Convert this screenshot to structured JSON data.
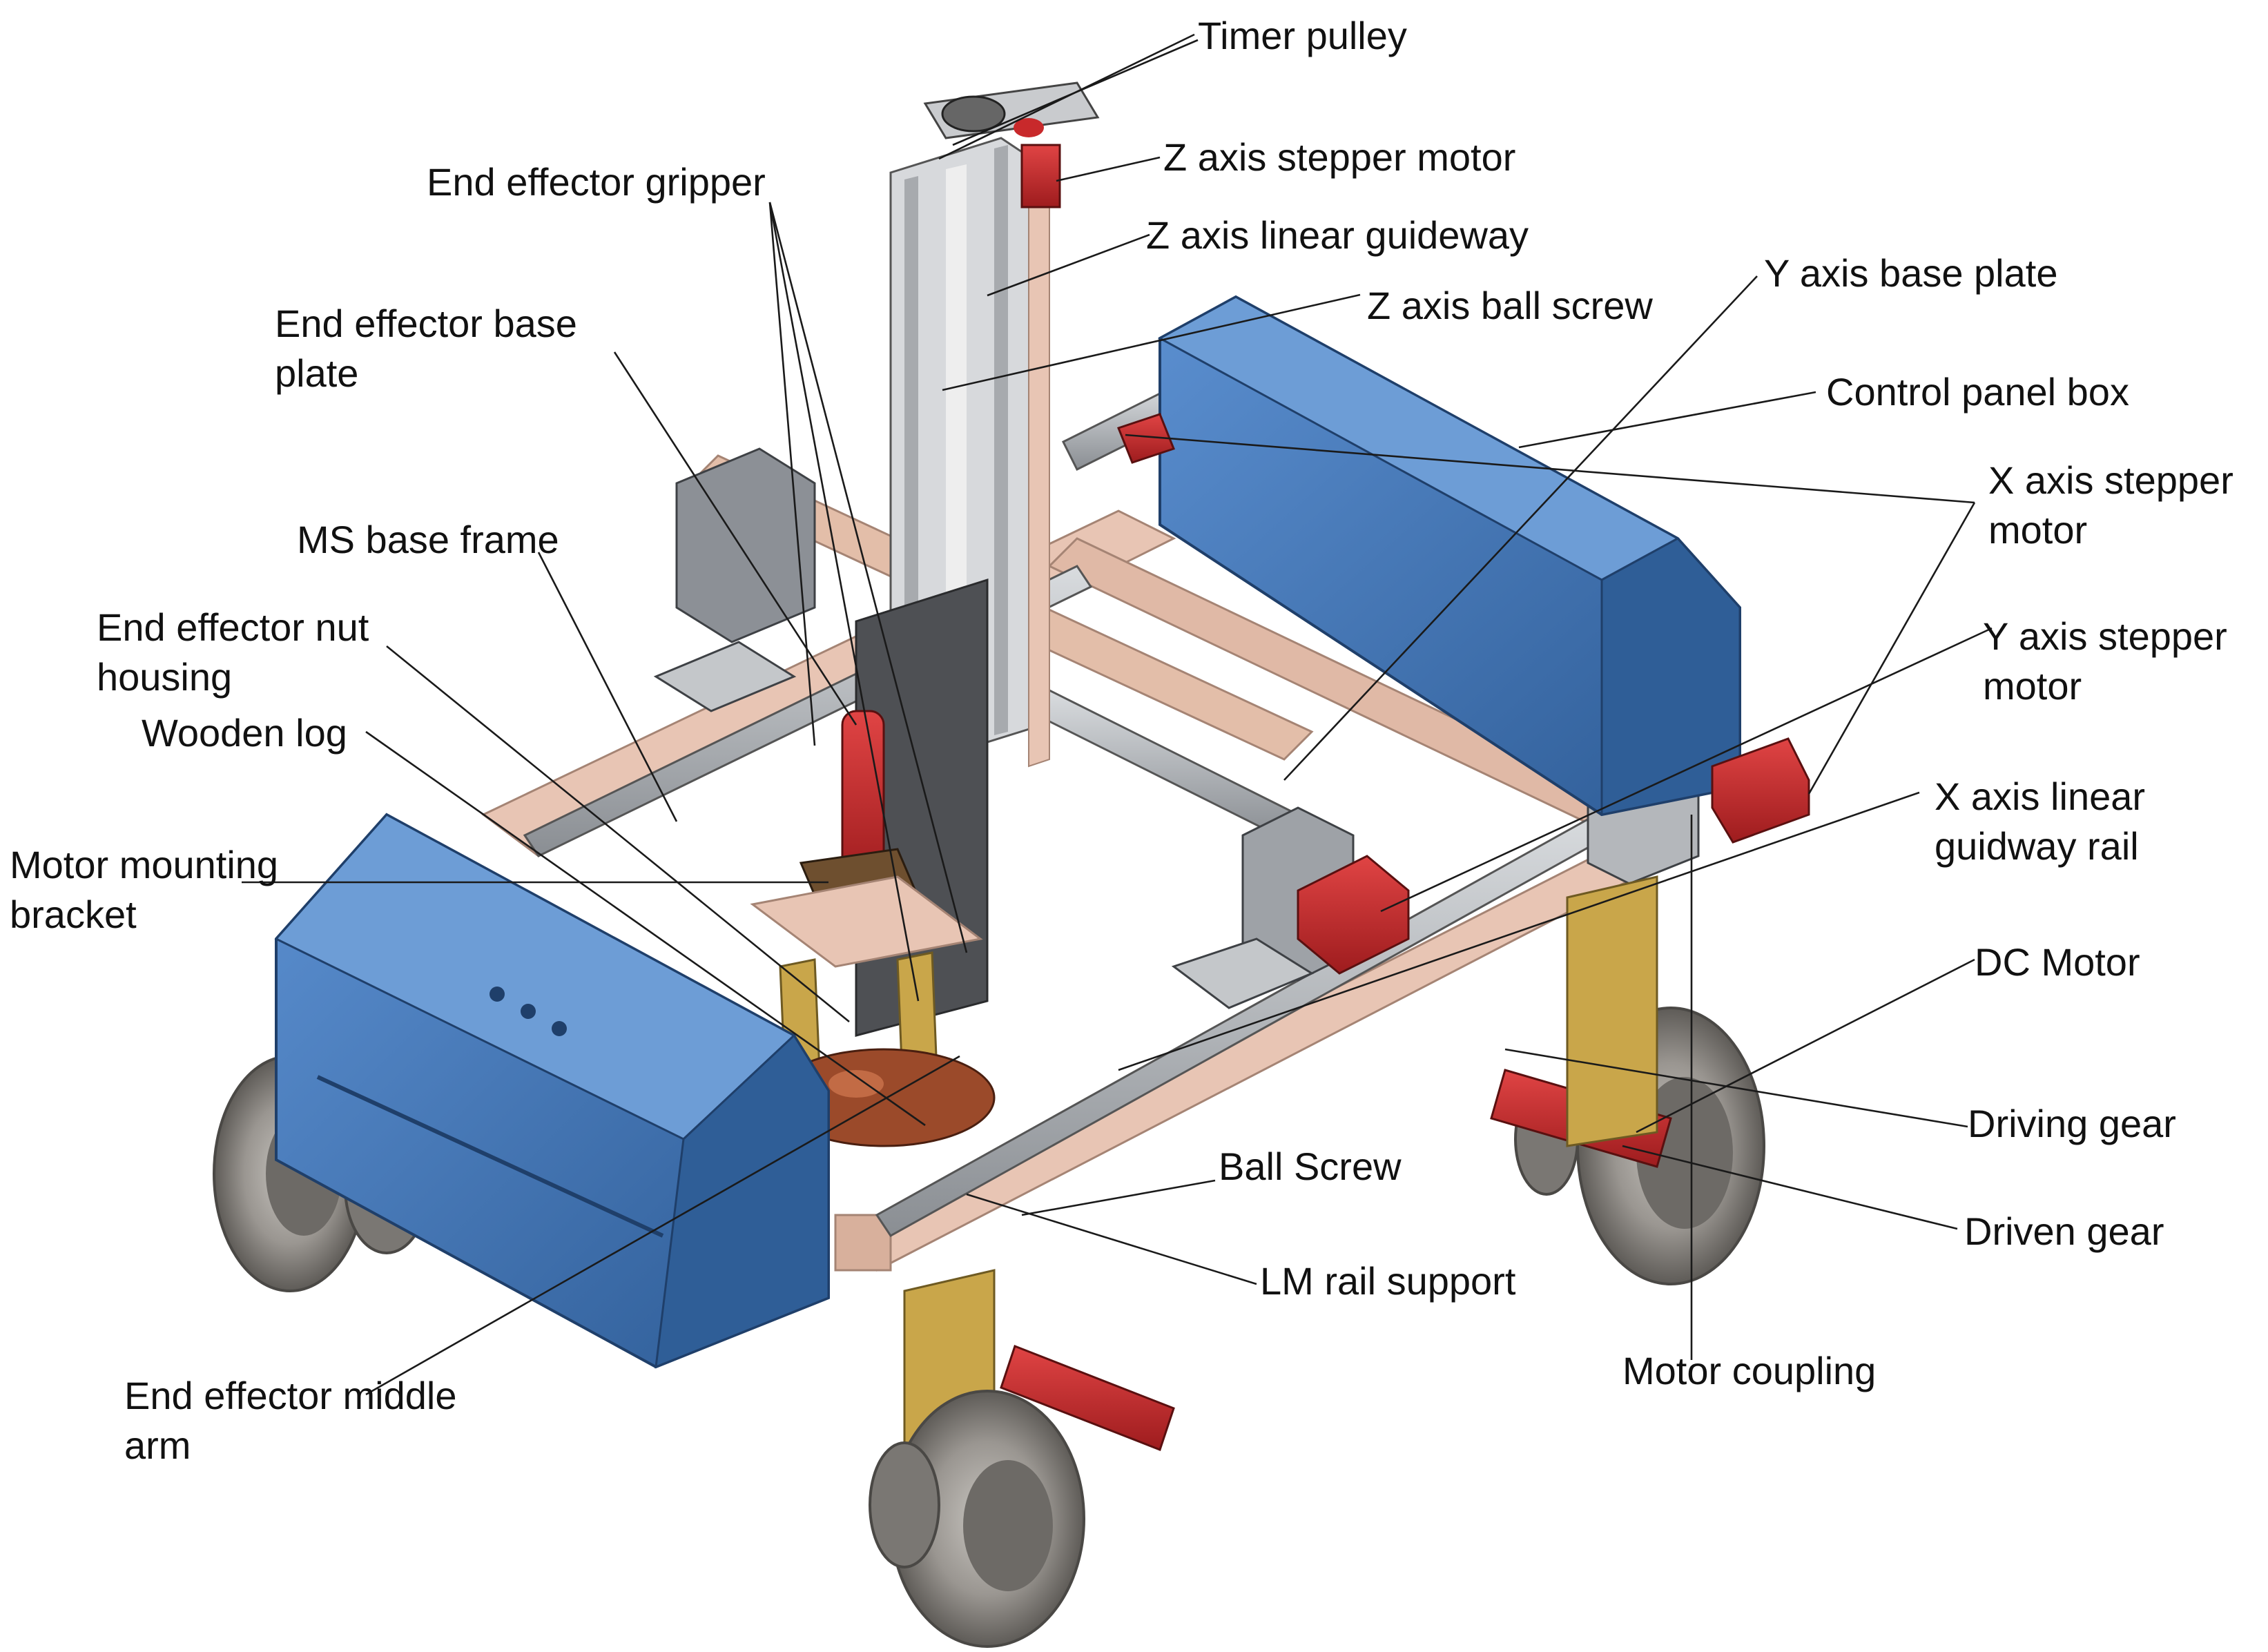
{
  "labels": {
    "timer_pulley": "Timer pulley",
    "z_motor": "Z axis stepper motor",
    "z_guideway": "Z axis linear guideway",
    "z_ball_screw": "Z axis ball screw",
    "y_base_plate": "Y axis base plate",
    "control_panel": "Control panel box",
    "ee_gripper": "End effector gripper",
    "ee_base_plate_1": "End effector base",
    "ee_base_plate_2": "plate",
    "ms_base_frame": "MS base frame",
    "ee_nut_housing_1": "End effector nut",
    "ee_nut_housing_2": "housing",
    "wooden_log": "Wooden log",
    "motor_bracket_1": "Motor mounting",
    "motor_bracket_2": "bracket",
    "x_motor_1": "X axis stepper",
    "x_motor_2": "motor",
    "y_motor_1": "Y axis stepper",
    "y_motor_2": "motor",
    "x_rail_1": "X axis linear",
    "x_rail_2": "guidway rail",
    "dc_motor": "DC Motor",
    "driving_gear": "Driving gear",
    "driven_gear": "Driven gear",
    "ball_screw": "Ball Screw",
    "lm_rail_support": "LM rail support",
    "motor_coupling": "Motor coupling",
    "ee_middle_arm_1": "End effector middle",
    "ee_middle_arm_2": "arm"
  },
  "colors": {
    "frame_pink": "#e8c5b4",
    "frame_pink_dark": "#c9a391",
    "rail_grey": "#b9bcbf",
    "rail_dark": "#6f7378",
    "panel_blue": "#4a7fbf",
    "panel_blue_dark": "#2f5e97",
    "motor_red": "#c8292b",
    "leg_gold": "#c9a64a",
    "wheel_grey": "#8d8a86",
    "log_brown": "#9b4a2a"
  }
}
